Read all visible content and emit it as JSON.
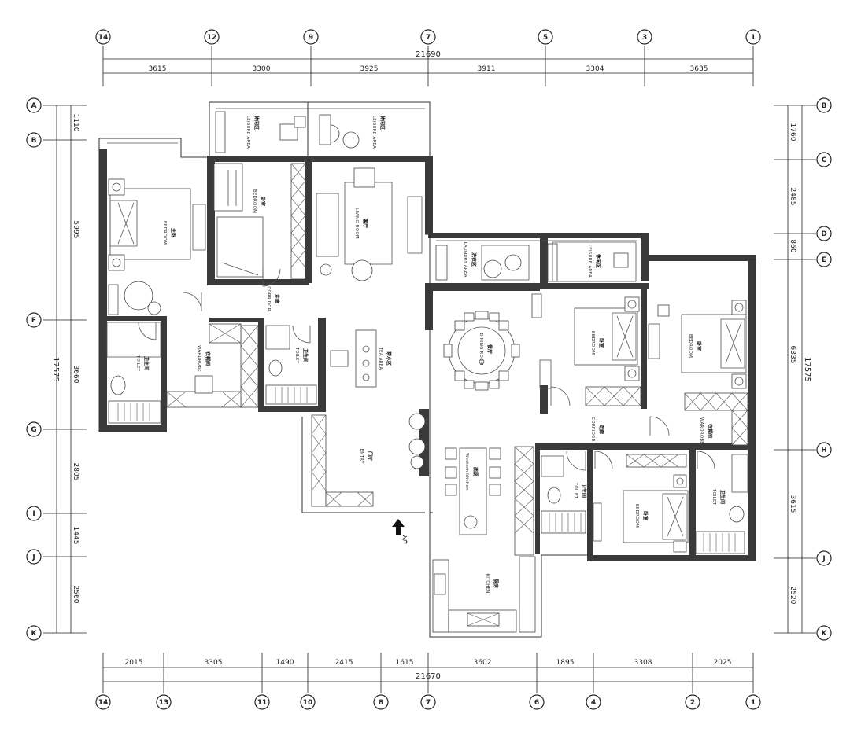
{
  "axes": {
    "top": [
      "14",
      "12",
      "9",
      "7",
      "5",
      "3",
      "1"
    ],
    "bottom": [
      "14",
      "13",
      "11",
      "10",
      "8",
      "7",
      "6",
      "4",
      "2",
      "1"
    ],
    "left": [
      "A",
      "B",
      "F",
      "G",
      "I",
      "J",
      "K"
    ],
    "right": [
      "B",
      "C",
      "D",
      "E",
      "H",
      "J",
      "K"
    ]
  },
  "dimensions": {
    "top_total": "21690",
    "top_segments": [
      "3615",
      "3300",
      "3925",
      "3911",
      "3304",
      "3635"
    ],
    "bottom_total": "21670",
    "bottom_segments": [
      "2015",
      "3305",
      "1490",
      "2415",
      "1615",
      "3602",
      "1895",
      "3308",
      "2025"
    ],
    "left_total": "17575",
    "left_segments": [
      "1110",
      "5995",
      "3660",
      "2805",
      "1445",
      "2560"
    ],
    "right_total": "17575",
    "right_segments": [
      "1760",
      "2485",
      "860",
      "6335",
      "3615",
      "2520"
    ]
  },
  "rooms": {
    "leisure_left": "LEISURE AREA",
    "leisure_right": "LEISURE AREA",
    "bedroom_master": "BEDROOM",
    "bedroom_small": "BEDROOM",
    "living_room": "LIVING ROOM",
    "corridor_left": "CORRIDOR",
    "wardrobe_left": "WARDROBE",
    "toilet_far_left": "TOILET",
    "toilet_left": "TOILET",
    "tea_area": "TEA AREA",
    "entry": "ENTRY",
    "laundry_area": "LAUNDRY AREA",
    "leisure_mid": "LEISURE AREA",
    "dining_room": "DINING ROOM",
    "bedroom_mid": "BEDROOM",
    "bedroom_right": "BEDROOM",
    "corridor_right": "CORRIDOR",
    "wardrobe_right": "WARDROBE",
    "western_kitchen": "Western kitchen",
    "toilet_mid": "TOILET",
    "bedroom_bottom": "BEDROOM",
    "toilet_right": "TOILET",
    "kitchen": "KITCHEN"
  },
  "labels_cn": {
    "leisure_left": "休闲区",
    "leisure_right": "休闲区",
    "bedroom_master": "主卧",
    "bedroom_small": "卧室",
    "living_room": "客厅",
    "corridor_left": "走廊",
    "wardrobe_left": "衣帽间",
    "toilet_far_left": "卫生间",
    "toilet_left": "卫生间",
    "tea_area": "茶水区",
    "entry": "门厅",
    "laundry_area": "洗衣区",
    "leisure_mid": "休闲区",
    "dining_room": "餐厅",
    "bedroom_mid": "卧室",
    "bedroom_right": "卧室",
    "corridor_right": "走廊",
    "wardrobe_right": "衣帽间",
    "western_kitchen": "西厨",
    "toilet_mid": "卫生间",
    "bedroom_bottom": "卧室",
    "toilet_right": "卫生间",
    "kitchen": "厨房",
    "entrance": "入户"
  },
  "colors": {
    "wall": "#3a3a3a",
    "line": "#222222",
    "background": "#ffffff"
  }
}
